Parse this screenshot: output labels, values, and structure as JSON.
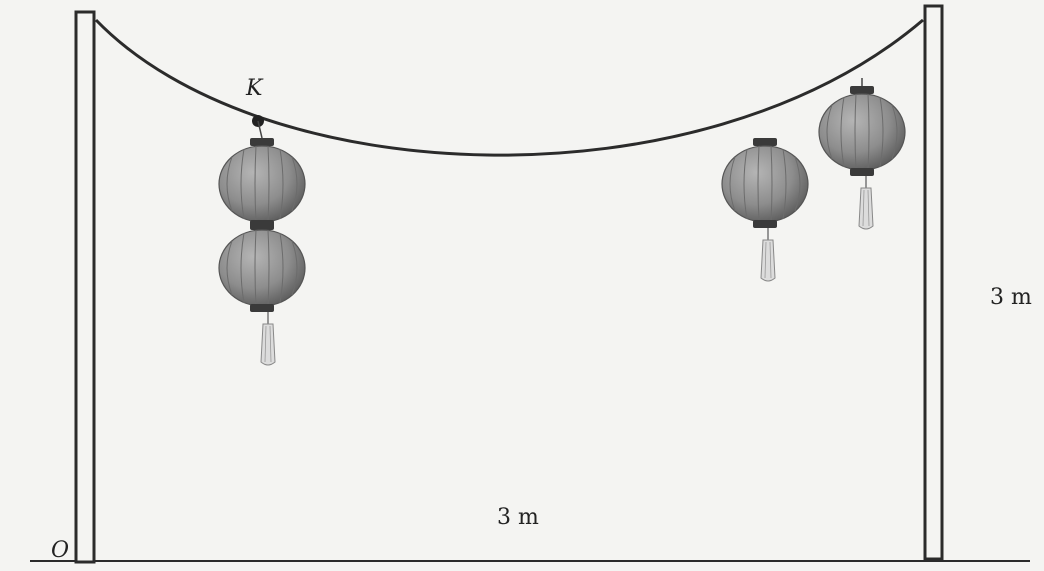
{
  "labels": {
    "point_k": "K",
    "origin": "O",
    "width": "3 m",
    "height": "3 m"
  },
  "colors": {
    "line": "#2b2b2b",
    "lantern": "#888888",
    "lantern_rib": "#5e5e5e",
    "cap": "#3a3a3a"
  },
  "lanterns": [
    {
      "name": "lantern-upper-left"
    },
    {
      "name": "lantern-lower-left"
    },
    {
      "name": "lantern-right-middle"
    },
    {
      "name": "lantern-right-top"
    }
  ]
}
